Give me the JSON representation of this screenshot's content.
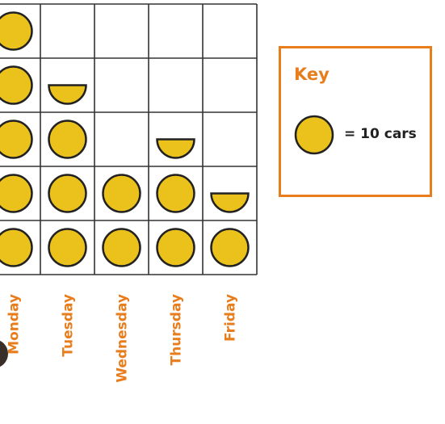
{
  "chart_data": {
    "type": "pictogram",
    "categories": [
      "Monday",
      "Tuesday",
      "Wednesday",
      "Thursday",
      "Friday"
    ],
    "values": [
      50,
      35,
      20,
      25,
      15
    ],
    "unit_value": 10,
    "ylim": [
      0,
      50
    ],
    "grid": true
  },
  "key": {
    "title": "Key",
    "symbol_text": "= 10 cars"
  },
  "colors": {
    "symbol_fill": "#ebc11c",
    "symbol_stroke": "#222222",
    "grid": "#333333",
    "accent": "#e87d1e"
  }
}
